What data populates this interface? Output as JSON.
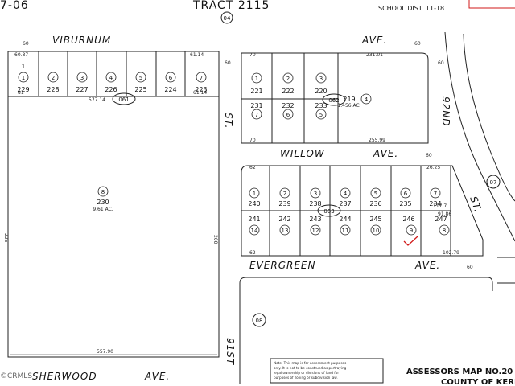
{
  "header": {
    "page_ref": "7-06",
    "tract": "TRACT 2115",
    "tract_circle": "04",
    "school_dist": "SCHOOL DIST. 11-18"
  },
  "streets": {
    "viburnum": "VIBURNUM",
    "viburnum_ave": "AVE.",
    "willow": "WILLOW",
    "willow_ave": "AVE.",
    "evergreen": "EVERGREEN",
    "evergreen_ave": "AVE.",
    "sherwood": "SHERWOOD",
    "sherwood_ave": "AVE.",
    "first_st": "91ST",
    "st": "ST.",
    "second_st": "92ND",
    "second_st_suffix": "ST."
  },
  "blocks": {
    "b061": "061",
    "b062": "062",
    "b063": "063",
    "c07": "07",
    "c08": "08"
  },
  "dims": {
    "d60_1": "60",
    "d60_2": "60",
    "d60_3": "60",
    "d60_4": "60",
    "d60_5": "60",
    "d60_6": "60",
    "d6087": "60.87",
    "d6114a": "61.14",
    "d6114b": "61.14",
    "d81": "81",
    "d57714": "577.14",
    "d70a": "70",
    "d70b": "70",
    "d23101": "231.01",
    "d25599": "255.99",
    "d62a": "62",
    "d62b": "62",
    "d2625": "26.25",
    "d10279": "102.79",
    "d1177": "117.7",
    "d9186": "91.86",
    "d55790": "557.90",
    "d225": "225",
    "d200": "200"
  },
  "lots": {
    "l229": "229",
    "l228": "228",
    "l227": "227",
    "l226": "226",
    "l225": "225",
    "l224": "224",
    "l223": "223",
    "l230": "230",
    "l230ac": "9.61 AC.",
    "l221": "221",
    "l222": "222",
    "l220": "220",
    "l219": "219",
    "l219ac": "1.456 AC.",
    "l231": "231",
    "l232": "232",
    "l233": "233",
    "l240": "240",
    "l239": "239",
    "l238": "238",
    "l237": "237",
    "l236": "236",
    "l235": "235",
    "l234": "234",
    "l241": "241",
    "l242": "242",
    "l243": "243",
    "l244": "244",
    "l245": "245",
    "l246": "246",
    "l247": "247"
  },
  "circles": {
    "c1a": "1",
    "c2a": "2",
    "c3a": "3",
    "c4a": "4",
    "c5a": "5",
    "c6a": "6",
    "c7a": "7",
    "c8a": "8",
    "c1b": "1",
    "c2b": "2",
    "c3b": "3",
    "c4b": "4",
    "c7b": "7",
    "c6b": "6",
    "c5b": "5",
    "c1c": "1",
    "c2c": "2",
    "c3c": "3",
    "c4c": "4",
    "c5c": "5",
    "c6c": "6",
    "c7c": "7",
    "c14": "14",
    "c13": "13",
    "c12": "12",
    "c11": "11",
    "c10": "10",
    "c9": "9",
    "c8c": "8"
  },
  "note": {
    "line1": "Note: This map is for assessment purposes",
    "line2": "only. It is not to be construed as portraying",
    "line3": "legal ownership or divisions of land for",
    "line4": "purposes of zoning or subdivision law."
  },
  "footer": {
    "assessor": "ASSESSORS MAP NO.20",
    "county": "COUNTY OF KERN"
  },
  "watermark": "©CRMLS",
  "colors": {
    "line": "#222222",
    "check": "#d11a1a"
  }
}
